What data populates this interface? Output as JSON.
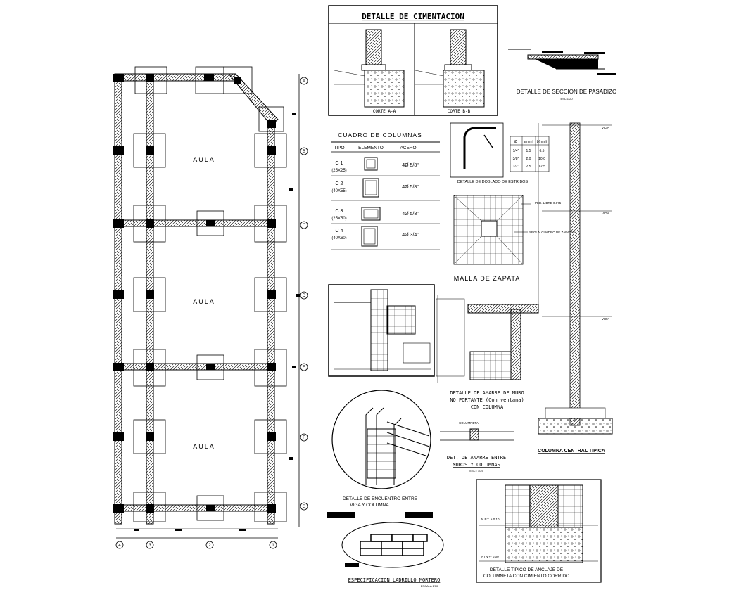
{
  "plan": {
    "room_label": "AULA",
    "rooms": [
      "AULA",
      "AULA",
      "AULA"
    ],
    "axes_letters": [
      "A",
      "B",
      "C",
      "D",
      "E",
      "F",
      "G"
    ],
    "axes_numbers": [
      "4",
      "3",
      "2",
      "1"
    ]
  },
  "cimentacion": {
    "title": "DETALLE DE CIMENTACION",
    "corte_a": "CORTE A-A",
    "corte_b": "CORTE B-B"
  },
  "pasadizo": {
    "title": "DETALLE DE SECCION DE PASADIZO",
    "scale": "ESC 1/20"
  },
  "cuadro": {
    "title": "CUADRO DE COLUMNAS",
    "headers": [
      "TIPO",
      "ELEMENTO",
      "ACERO"
    ],
    "rows": [
      {
        "tipo": "C 1",
        "dim": "(25X25)",
        "acero": "4Ø 5/8\""
      },
      {
        "tipo": "C 2",
        "dim": "(40X55)",
        "acero": "4Ø 5/8\""
      },
      {
        "tipo": "C 3",
        "dim": "(25X50)",
        "acero": "4Ø 5/8\""
      },
      {
        "tipo": "C 4",
        "dim": "(40X60)",
        "acero": "4Ø 3/4\""
      }
    ]
  },
  "estribos": {
    "title": "DETALLE DE DOBLADO DE ESTRIBOS",
    "table_headers": [
      "Ø",
      "a(mm)",
      "b(mm)"
    ],
    "table_rows": [
      [
        "1/4\"",
        "1.5",
        "6.5"
      ],
      [
        "3/8\"",
        "2.0",
        "10.0"
      ],
      [
        "1/2\"",
        "2.5",
        "12.5"
      ]
    ]
  },
  "zapata": {
    "title": "MALLA DE ZAPATA",
    "note1": "PED. LIBRE 0.075",
    "note2": "SEGUN CUADRO DE ZAPATAS"
  },
  "amarre_muro": {
    "line1": "DETALLE DE AMARRE DE MURO",
    "line2": "NO PORTANTE (Con ventana)",
    "line3": "CON COLUMNA"
  },
  "columna_central": {
    "title": "COLUMNA CENTRAL TIPICA",
    "viga": "VIGA"
  },
  "encuentro": {
    "line1": "DETALLE DE ENCUENTRO ENTRE",
    "line2": "VIGA Y COLUMNA"
  },
  "anarre_muros": {
    "line1": "DET. DE ANARRE ENTRE",
    "line2": "MUROS Y COLUMNAS",
    "scale": "ESC : 1/25",
    "label": "COLUMNETA"
  },
  "ladrillo": {
    "title": "ESPECIFICACION LADRILLO MORTERO",
    "scale": "ESCALA 1/10"
  },
  "anclaje": {
    "line1": "DETALLE TIPICO DE ANCLAJE DE",
    "line2": "COLUMNETA CON CIMIENTO CORRIDO",
    "npt": "N.P.T. + 0.10",
    "ntn": "NTN +- 0.00"
  }
}
